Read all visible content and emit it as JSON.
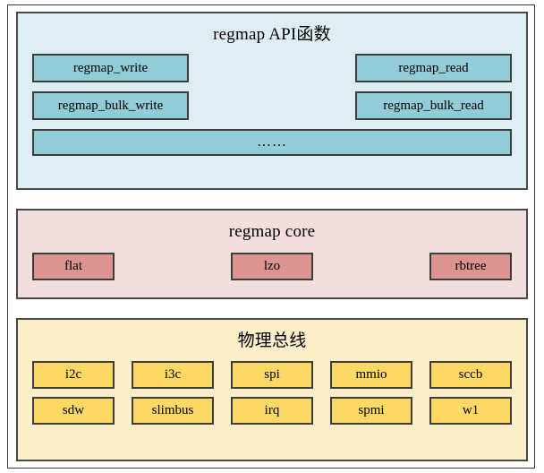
{
  "diagram": {
    "layers": [
      {
        "id": "regmap-api",
        "title": "regmap API函数",
        "fill": "#deeef2",
        "node_fill": "#92ccd8",
        "rows": [
          {
            "nodes": [
              {
                "label": "regmap_write"
              },
              {
                "label": "regmap_read"
              }
            ]
          },
          {
            "nodes": [
              {
                "label": "regmap_bulk_write"
              },
              {
                "label": "regmap_bulk_read"
              }
            ]
          },
          {
            "nodes": [
              {
                "label": "……"
              }
            ]
          }
        ]
      },
      {
        "id": "regmap-core",
        "title": "regmap core",
        "fill": "#f2dedd",
        "node_fill": "#dc9490",
        "rows": [
          {
            "nodes": [
              {
                "label": "flat"
              },
              {
                "label": "lzo"
              },
              {
                "label": "rbtree"
              }
            ]
          }
        ]
      },
      {
        "id": "physical-bus",
        "title": "物理总线",
        "fill": "#fcefc9",
        "node_fill": "#fdd865",
        "rows": [
          {
            "nodes": [
              {
                "label": "i2c"
              },
              {
                "label": "i3c"
              },
              {
                "label": "spi"
              },
              {
                "label": "mmio"
              },
              {
                "label": "sccb"
              }
            ]
          },
          {
            "nodes": [
              {
                "label": "sdw"
              },
              {
                "label": "slimbus"
              },
              {
                "label": "irq"
              },
              {
                "label": "spmi"
              },
              {
                "label": "w1"
              }
            ]
          }
        ]
      }
    ],
    "border_color": "#4a4a4a",
    "node_border_color": "#3d3d3d",
    "frame_color": "#3b3b3b",
    "background": "#ffffff"
  }
}
